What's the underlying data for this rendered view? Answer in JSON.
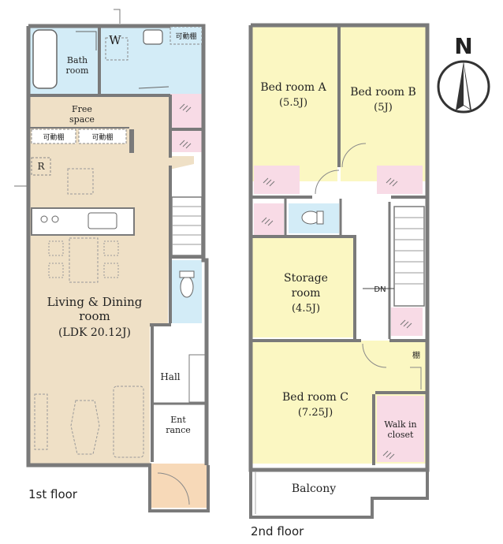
{
  "floors": {
    "first": {
      "caption": "1st floor",
      "rooms": {
        "bath": [
          "Bath",
          "room"
        ],
        "washroom": "W",
        "shelf_top": "可動棚",
        "free_space": [
          "Free",
          "space"
        ],
        "shelf_left": "可動棚",
        "shelf_right": "可動棚",
        "fridge_mark": "R",
        "ldk": [
          "Living & Dining",
          "room",
          "(LDK 20.12J)"
        ],
        "hall": "Hall",
        "entrance": [
          "Ent",
          "rance"
        ]
      }
    },
    "second": {
      "caption": "2nd floor",
      "rooms": {
        "bed_a": [
          "Bed room A",
          "(5.5J)"
        ],
        "bed_b": [
          "Bed room B",
          "(5J)"
        ],
        "storage": [
          "Storage",
          "room",
          "(4.5J)"
        ],
        "dn": "DN",
        "bed_c": [
          "Bed room C",
          "(7.25J)"
        ],
        "shelf_c": "棚",
        "walkin": [
          "Walk in",
          "closet"
        ],
        "balcony": "Balcony"
      }
    }
  },
  "compass": {
    "label": "N"
  },
  "colors": {
    "wall": "#7a7a7a",
    "floor_wood": "#efe0c6",
    "bath_blue": "#d3ecf7",
    "bedroom_yellow": "#fbf7c2",
    "closet_pink": "#f8dbe6",
    "entry_orange": "#f7d9b8"
  }
}
